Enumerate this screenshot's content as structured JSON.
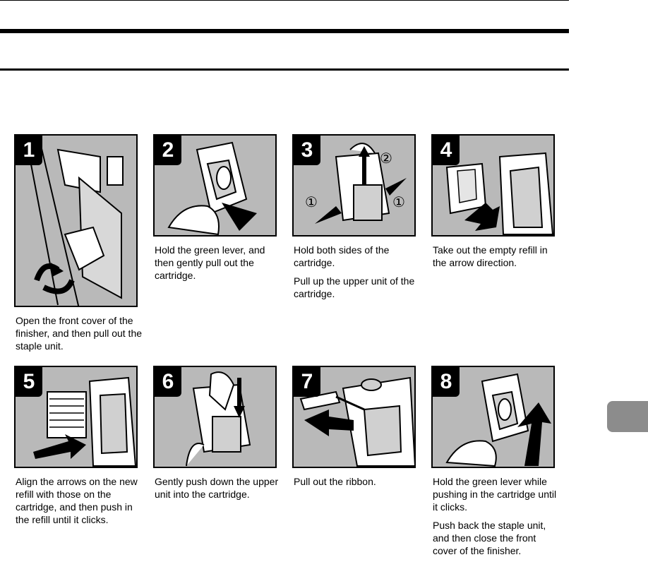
{
  "steps": [
    {
      "number": "1",
      "text": [
        "Open the front cover of the finisher, and then pull out the staple unit."
      ]
    },
    {
      "number": "2",
      "text": [
        "Hold the green lever, and then gently pull out the cartridge."
      ]
    },
    {
      "number": "3",
      "text": [
        "Hold both sides of the cartridge.",
        "Pull up the upper unit of the cartridge."
      ],
      "callouts": [
        "①",
        "②",
        "①"
      ]
    },
    {
      "number": "4",
      "text": [
        "Take out the empty refill in the arrow direction."
      ]
    },
    {
      "number": "5",
      "text": [
        "Align the arrows on the new refill with those on the cartridge, and then push in the refill until it clicks."
      ]
    },
    {
      "number": "6",
      "text": [
        "Gently push down the upper unit into the cartridge."
      ]
    },
    {
      "number": "7",
      "text": [
        "Pull out the ribbon."
      ]
    },
    {
      "number": "8",
      "text": [
        "Hold the green lever while pushing in the cartridge until it clicks.",
        "Push back the staple unit, and then close the front cover of the finisher."
      ]
    }
  ]
}
